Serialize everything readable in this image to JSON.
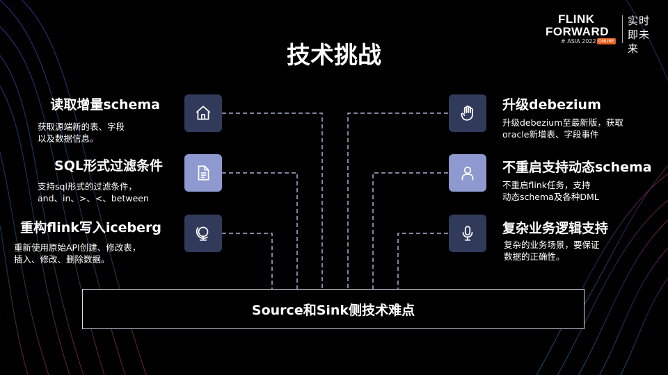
{
  "logo": {
    "line1": "FLINK",
    "line2": "FORWARD",
    "event": "# ASIA 2022",
    "badge": "ONLINE",
    "slogan": "实时即未来"
  },
  "slide": {
    "title": "技术挑战",
    "left_items": [
      {
        "title": "读取增量schema",
        "desc_lines": [
          "获取源端新的表、字段",
          "以及数据信息。"
        ],
        "icon": "home-icon"
      },
      {
        "title": "SQL形式过滤条件",
        "desc_lines": [
          "支持sql形式的过滤条件，",
          "and、in、>、<、between"
        ],
        "icon": "document-icon"
      },
      {
        "title": "重构flink写入iceberg",
        "desc_lines": [
          "重新使用原始API创建、修改表，",
          "插入、修改、删除数据。"
        ],
        "icon": "globe-icon"
      }
    ],
    "right_items": [
      {
        "title": "升级debezium",
        "desc_lines": [
          "升级debezium至最新版，获取",
          "oracle新增表、字段事件"
        ],
        "icon": "hand-icon"
      },
      {
        "title": "不重启支持动态schema",
        "desc_lines": [
          "不重启flink任务，支持",
          "动态schema及各种DML"
        ],
        "icon": "user-icon"
      },
      {
        "title": "复杂业务逻辑支持",
        "desc_lines": [
          "复杂的业务场景，要保证",
          "数据的正确性。"
        ],
        "icon": "microphone-icon"
      }
    ],
    "bottom_label": "Source和Sink侧技术难点"
  },
  "colors": {
    "background": "#000000",
    "icon_dark": "#323a5c",
    "icon_light": "#8d99cf",
    "connector": "#a8b0d8",
    "badge": "#e8601c"
  }
}
